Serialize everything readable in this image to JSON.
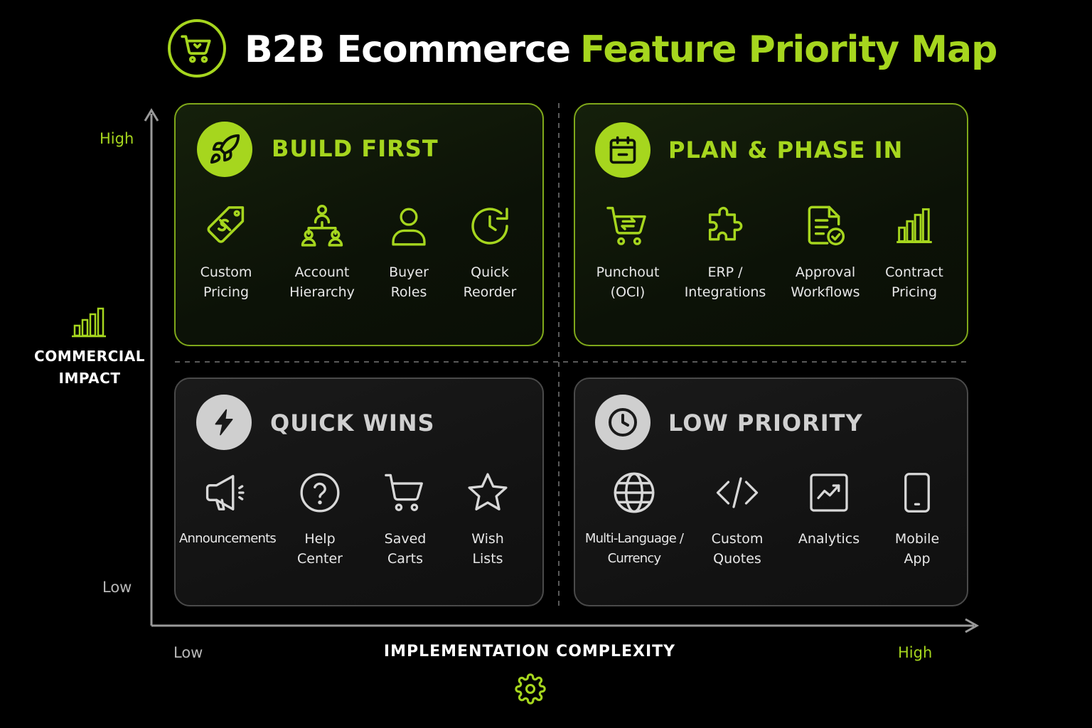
{
  "header": {
    "title_part1": "B2B Ecommerce",
    "title_part2": "Feature Priority Map",
    "logo_icon": "shopping-cart-icon"
  },
  "colors": {
    "accent": "#a6d61e",
    "background": "#000000",
    "muted": "#cfcfcf"
  },
  "y_axis": {
    "label": "COMMERCIAL\nIMPACT",
    "high": "High",
    "low": "Low",
    "icon": "bar-chart-icon"
  },
  "x_axis": {
    "label": "IMPLEMENTATION COMPLEXITY",
    "low": "Low",
    "high": "High",
    "icon": "gear-icon"
  },
  "quadrants": {
    "build_first": {
      "title": "BUILD FIRST",
      "icon": "rocket-icon",
      "items": [
        {
          "label": "Custom\nPricing",
          "icon": "price-tag-icon"
        },
        {
          "label": "Account\nHierarchy",
          "icon": "account-hierarchy-icon"
        },
        {
          "label": "Buyer\nRoles",
          "icon": "user-icon"
        },
        {
          "label": "Quick\nReorder",
          "icon": "clock-refresh-icon"
        }
      ]
    },
    "plan_phase": {
      "title": "PLAN & PHASE IN",
      "icon": "calendar-icon",
      "items": [
        {
          "label": "Punchout\n(OCI)",
          "icon": "cart-exchange-icon"
        },
        {
          "label": "ERP /\nIntegrations",
          "icon": "puzzle-icon"
        },
        {
          "label": "Approval\nWorkflows",
          "icon": "document-check-icon"
        },
        {
          "label": "Contract\nPricing",
          "icon": "bar-chart-icon"
        }
      ]
    },
    "quick_wins": {
      "title": "QUICK WINS",
      "icon": "lightning-icon",
      "items": [
        {
          "label": "Announcements",
          "icon": "megaphone-icon"
        },
        {
          "label": "Help\nCenter",
          "icon": "help-circle-icon"
        },
        {
          "label": "Saved\nCarts",
          "icon": "cart-icon"
        },
        {
          "label": "Wish\nLists",
          "icon": "star-icon"
        }
      ]
    },
    "low_priority": {
      "title": "LOW PRIORITY",
      "icon": "clock-icon",
      "items": [
        {
          "label": "Multi-Language /\nCurrency",
          "icon": "globe-icon"
        },
        {
          "label": "Custom\nQuotes",
          "icon": "code-icon"
        },
        {
          "label": "Analytics",
          "icon": "analytics-icon"
        },
        {
          "label": "Mobile\nApp",
          "icon": "mobile-phone-icon"
        }
      ]
    }
  }
}
